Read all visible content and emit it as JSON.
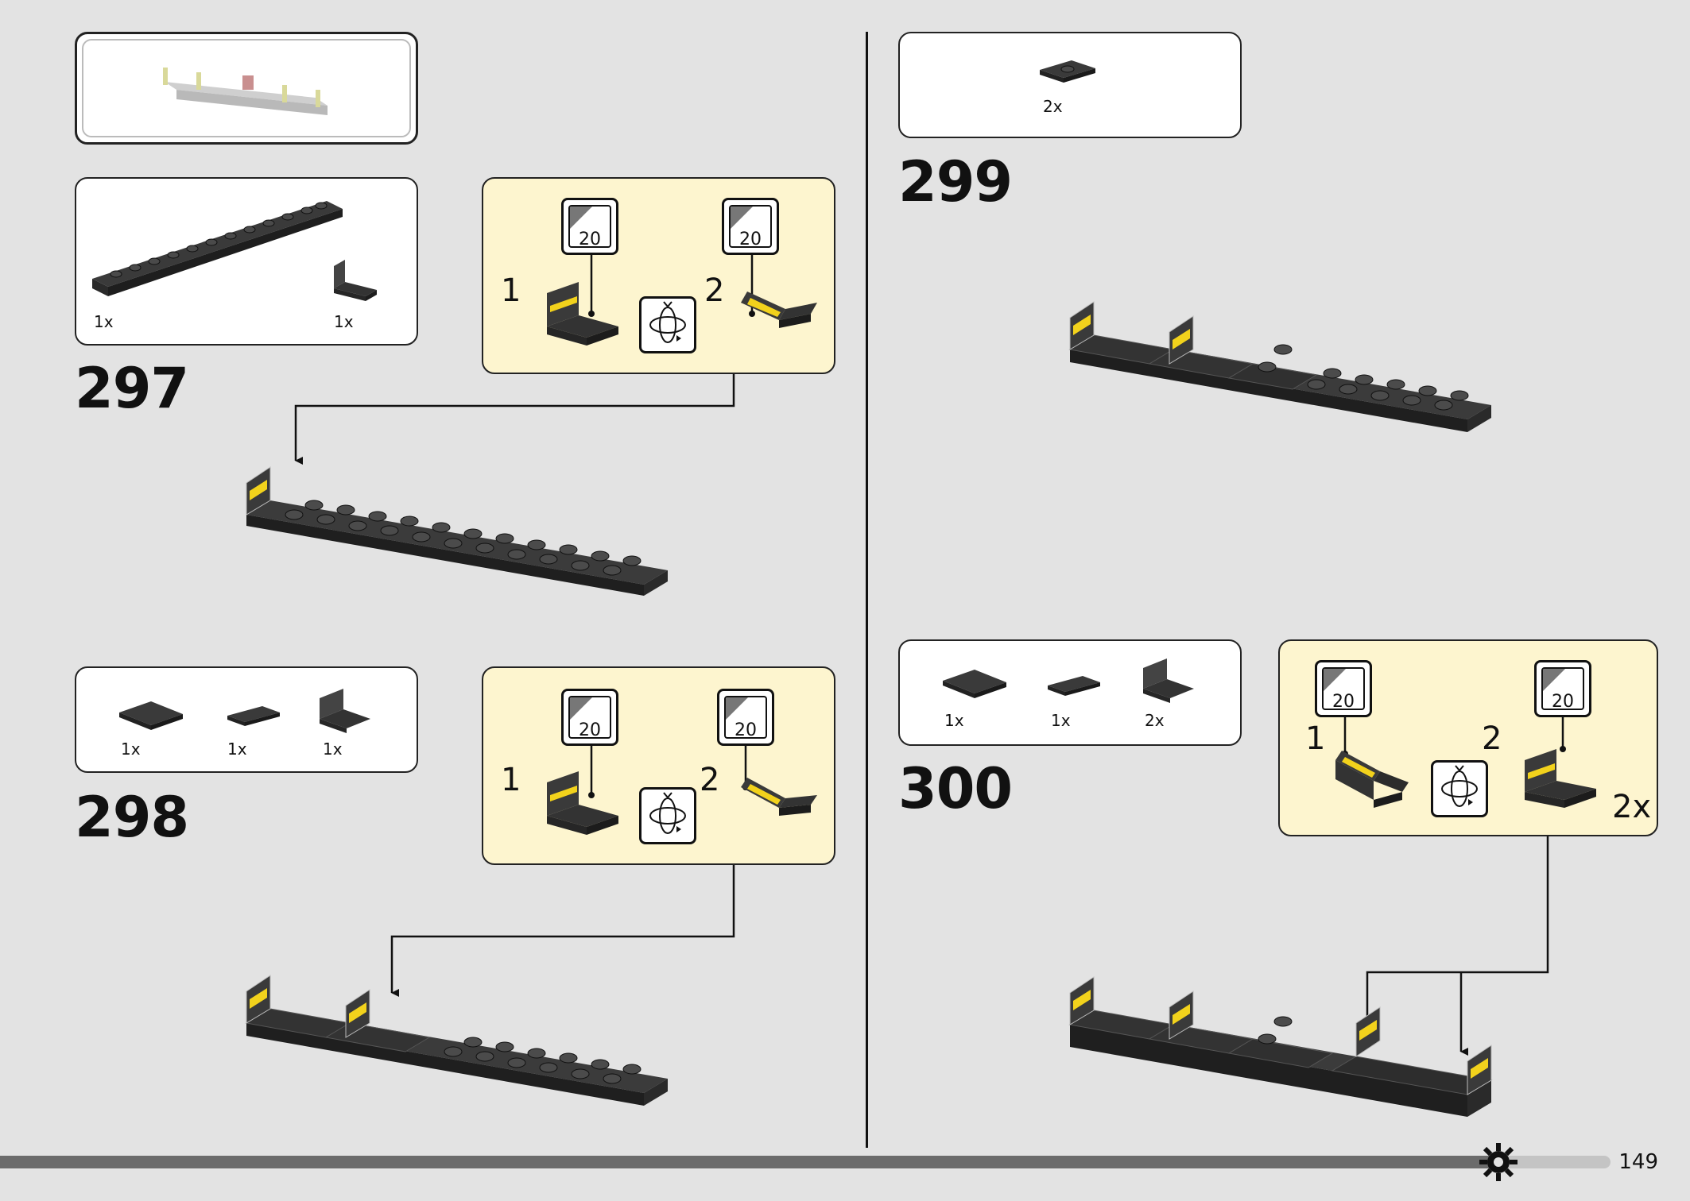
{
  "page": {
    "number": "149"
  },
  "steps": {
    "s297": {
      "number": "297",
      "parts": [
        {
          "qty": "1x"
        },
        {
          "qty": "1x"
        }
      ],
      "sub": {
        "label1": "1",
        "label2": "2",
        "sticker1": "20",
        "sticker2": "20"
      }
    },
    "s298": {
      "number": "298",
      "parts": [
        {
          "qty": "1x"
        },
        {
          "qty": "1x"
        },
        {
          "qty": "1x"
        }
      ],
      "sub": {
        "label1": "1",
        "label2": "2",
        "sticker1": "20",
        "sticker2": "20"
      }
    },
    "s299": {
      "number": "299",
      "parts": [
        {
          "qty": "2x"
        }
      ]
    },
    "s300": {
      "number": "300",
      "parts": [
        {
          "qty": "1x"
        },
        {
          "qty": "1x"
        },
        {
          "qty": "2x"
        }
      ],
      "sub": {
        "label1": "1",
        "label2": "2",
        "sticker1": "20",
        "sticker2": "20",
        "multiplier": "2x"
      }
    }
  },
  "colors": {
    "brick": "#2e2e2e",
    "yellow": "#f2d21c",
    "callout": "#fdf5cf",
    "background": "#e3e3e3"
  }
}
